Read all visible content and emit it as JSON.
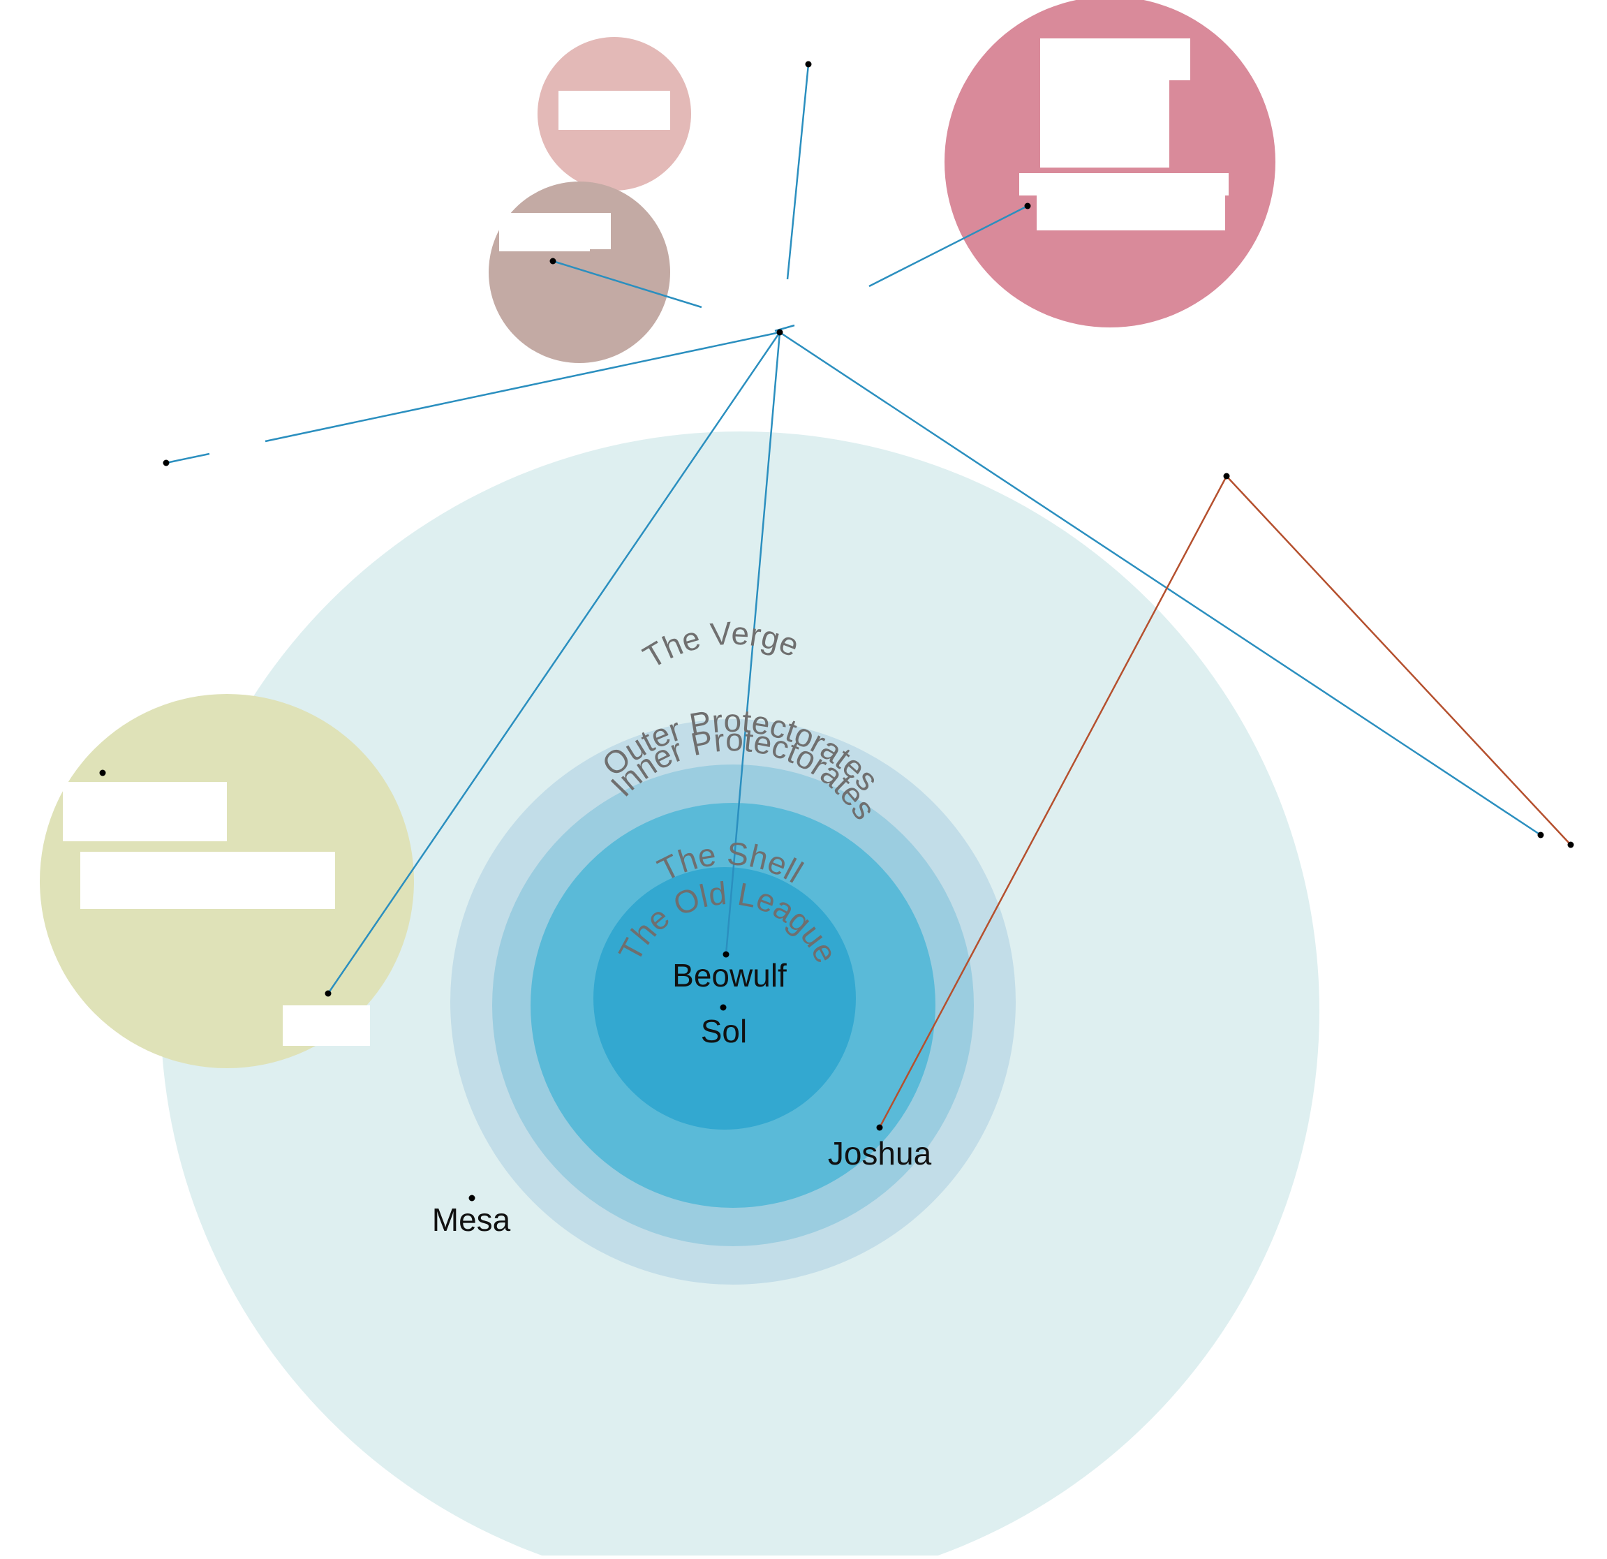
{
  "diagram": {
    "zones": [
      {
        "id": "verge",
        "label": "The Verge",
        "color": "#deeff0"
      },
      {
        "id": "outer",
        "label": "Outer Protectorates",
        "color": "#c2dde8"
      },
      {
        "id": "inner",
        "label": "Inner Protectorates",
        "color": "#9bcde0"
      },
      {
        "id": "shell",
        "label": "The Shell",
        "color": "#5abad8"
      },
      {
        "id": "old_league",
        "label": "The Old League",
        "color": "#33a8d0"
      }
    ],
    "bubbles": [
      {
        "id": "olive",
        "color": "#dfe2b8"
      },
      {
        "id": "pink-light",
        "color": "#e3b9b7"
      },
      {
        "id": "mauve",
        "color": "#c3aaa4"
      },
      {
        "id": "rose",
        "color": "#d98a9a"
      }
    ],
    "stars": [
      {
        "id": "beowulf",
        "label": "Beowulf"
      },
      {
        "id": "sol",
        "label": "Sol"
      },
      {
        "id": "joshua",
        "label": "Joshua"
      },
      {
        "id": "mesa",
        "label": "Mesa"
      }
    ],
    "colors": {
      "blue_line": "#2b8fbf",
      "red_line": "#b5502e",
      "dot": "#000000",
      "redaction": "#ffffff"
    }
  }
}
